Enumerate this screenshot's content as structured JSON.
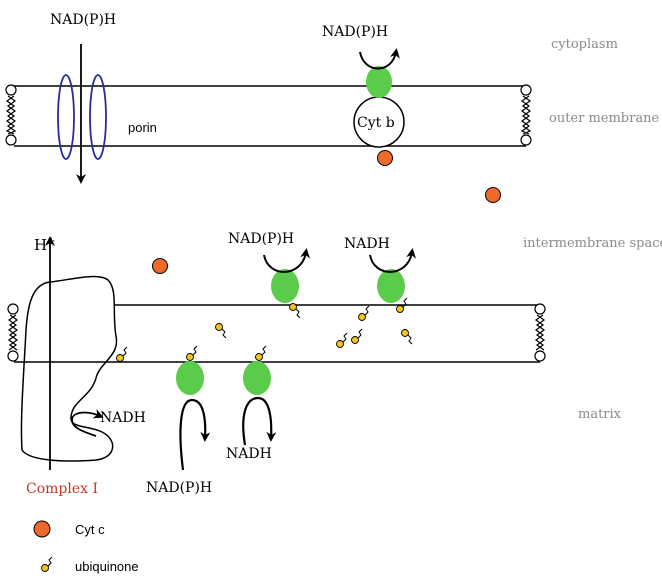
{
  "labels": {
    "nadph_top": "NAD(P)H",
    "nadph_cytb": "NAD(P)H",
    "porin": "porin",
    "cyt_b": "Cyt b",
    "h_plus": "H",
    "h_plus_sup": "+",
    "nadph_ims": "NAD(P)H",
    "nadh_ims": "NADH",
    "nadh_complex": "NADH",
    "nadph_matrix": "NAD(P)H",
    "nadh_matrix": "NADH",
    "complex_i": "Complex I"
  },
  "regions": {
    "cytoplasm": "cytoplasm",
    "outer_membrane": "outer membrane",
    "intermembrane_space": "intermembrane space",
    "matrix": "matrix"
  },
  "legend": {
    "cyt_c": "Cyt c",
    "ubiquinone": "ubiquinone"
  },
  "colors": {
    "enzyme_green": "#5acb4a",
    "cyt_c_orange": "#ee6a2a",
    "ubiquinone_yellow": "#f5c518",
    "porin_blue": "#2b2b9a",
    "complex_i_red": "#c0392b",
    "region_gray": "#8a8a8a"
  }
}
